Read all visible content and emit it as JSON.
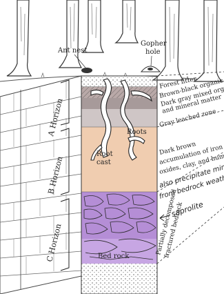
{
  "labels": {
    "ant_nest": "Ant nest",
    "gopher_line1": "Gopher",
    "gopher_line2": "hole",
    "forest_litter": "Forest litter",
    "brown_black": "Brown-black organic matter",
    "dark_gray_1": "Dark gray mixed organic",
    "dark_gray_2": "and mineral matter",
    "gray_leached": "Gray leached zone",
    "roots": "Roots",
    "root_cast_1": "Root",
    "root_cast_2": "cast",
    "dark_brown_1": "Dark brown",
    "dark_brown_2": "accumulation of iron",
    "dark_brown_3": "oxides, clay, and humus",
    "hand_1": "also precipitate minerals",
    "hand_2": "from bedrock weathering",
    "hand_3": "saprolite",
    "partially_1": "Partially decomposed",
    "partially_2": "fractured bedrock",
    "bed_rock": "Bed rock",
    "horizon_a": "A Horizon",
    "horizon_b": "B Horizon",
    "horizon_c": "C Horizon"
  },
  "colors": {
    "a_horizon_top": "#b9a9a8",
    "a_horizon_gray": "#cfc6c6",
    "b_horizon": "#f0cdb0",
    "c_horizon": "#b58ed6",
    "bedrock": "#c7a6e3",
    "wall_line": "#444444"
  }
}
